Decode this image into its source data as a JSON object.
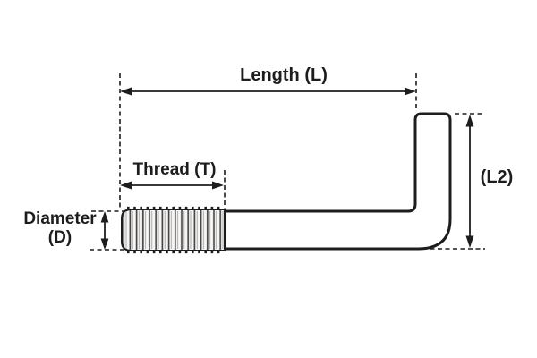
{
  "labels": {
    "length_label": "Length (L)",
    "thread_label": "Thread (T)",
    "diameter_label_line1": "Diameter",
    "diameter_label_line2": "(D)",
    "l2_label": "(L2)"
  },
  "colors": {
    "ink": "#1d1d1d",
    "background": "#ffffff",
    "thread_fill": "#f7f6f4",
    "thread_line": "#474747"
  }
}
